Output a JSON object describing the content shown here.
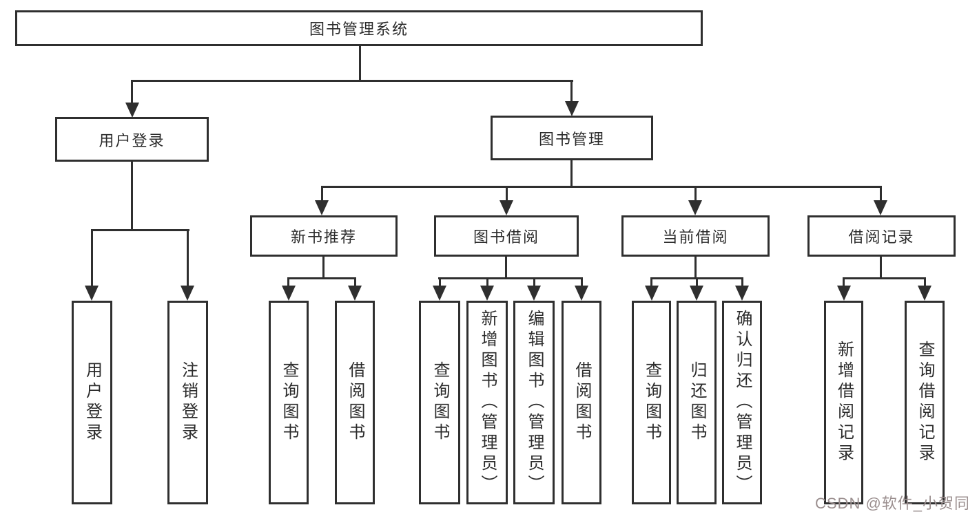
{
  "diagram": {
    "root": {
      "label": "图书管理系统"
    },
    "level2": {
      "login": {
        "label": "用户登录"
      },
      "management": {
        "label": "图书管理"
      }
    },
    "level3": {
      "new_book": {
        "label": "新书推荐"
      },
      "borrow": {
        "label": "图书借阅"
      },
      "current": {
        "label": "当前借阅"
      },
      "records": {
        "label": "借阅记录"
      }
    },
    "leaves": {
      "login": [
        {
          "label": "用户登录"
        },
        {
          "label": "注销登录"
        }
      ],
      "new_book": [
        {
          "label": "查询图书"
        },
        {
          "label": "借阅图书"
        }
      ],
      "borrow": [
        {
          "label": "查询图书"
        },
        {
          "label": "新增图书（管理员）"
        },
        {
          "label": "编辑图书（管理员）"
        },
        {
          "label": "借阅图书"
        }
      ],
      "current": [
        {
          "label": "查询图书"
        },
        {
          "label": "归还图书"
        },
        {
          "label": "确认归还（管理员）"
        }
      ],
      "records": [
        {
          "label": "新增借阅记录"
        },
        {
          "label": "查询借阅记录"
        }
      ]
    },
    "watermark": "CSDN @软件_小贺同学",
    "colors": {
      "line": "#2f2f2f",
      "text": "#2b2b2b",
      "watermark": "#9b8f8f",
      "background": "#ffffff"
    }
  }
}
